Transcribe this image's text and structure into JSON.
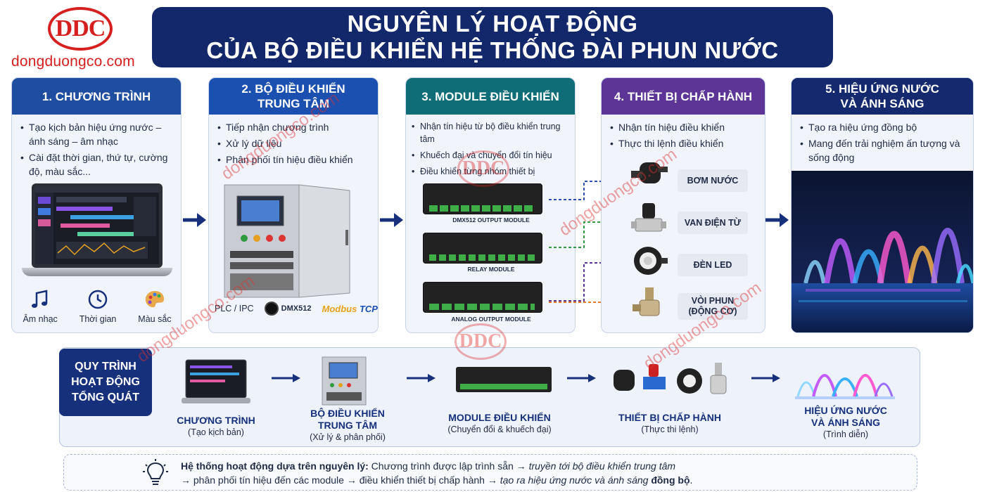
{
  "brand": {
    "logo_text": "DDC",
    "url": "dongduongco.com"
  },
  "title": {
    "line1": "NGUYÊN LÝ HOẠT ĐỘNG",
    "line2": "CỦA BỘ ĐIỀU KHIỂN HỆ THỐNG ĐÀI PHUN NƯỚC"
  },
  "steps": [
    {
      "title": "1. CHƯƠNG TRÌNH",
      "bullets": [
        "Tạo kịch bản hiệu ứng nước – ánh sáng – âm nhạc",
        "Cài đặt thời gian, thứ tự, cường độ, màu sắc..."
      ],
      "icons": [
        {
          "icon": "music-note-icon",
          "label": "Âm nhạc"
        },
        {
          "icon": "clock-icon",
          "label": "Thời gian"
        },
        {
          "icon": "palette-icon",
          "label": "Màu sắc"
        }
      ]
    },
    {
      "title_line1": "2. BỘ ĐIỀU KHIỂN",
      "title_line2": "TRUNG TÂM",
      "bullets": [
        "Tiếp nhận chương trình",
        "Xử lý dữ liệu",
        "Phân phối tín hiệu điều khiển"
      ],
      "protocols": {
        "plc": "PLC / IPC",
        "dmx": "DMX512",
        "modbus_a": "Modbus",
        "modbus_b": " TCP"
      }
    },
    {
      "title": "3. MODULE ĐIỀU KHIỂN",
      "bullets": [
        "Nhận tín hiệu từ bộ điều khiển trung tâm",
        "Khuếch đại và chuyển đổi tín hiệu",
        "Điều khiển từng nhóm thiết bị"
      ],
      "modules": [
        "DMX512 OUTPUT MODULE",
        "RELAY MODULE",
        "ANALOG OUTPUT MODULE"
      ]
    },
    {
      "title": "4. THIẾT BỊ CHẤP HÀNH",
      "bullets": [
        "Nhận tín hiệu điều khiển",
        "Thực thi lệnh điều khiển"
      ],
      "devices": [
        "BƠM NƯỚC",
        "VAN ĐIỆN TỪ",
        "ĐÈN LED",
        "VÒI PHUN",
        "(ĐỘNG CƠ)"
      ]
    },
    {
      "title_line1": "5. HIỆU ỨNG NƯỚC",
      "title_line2": "VÀ ÁNH SÁNG",
      "bullets": [
        "Tạo ra hiệu ứng đồng bộ",
        "Mang đến trải nghiệm ấn tượng và sống động"
      ]
    }
  ],
  "process": {
    "tag_line1": "QUY TRÌNH",
    "tag_line2": "HOẠT ĐỘNG",
    "tag_line3": "TỔNG QUÁT",
    "steps": [
      {
        "name": "CHƯƠNG TRÌNH",
        "desc": "(Tạo kịch bản)"
      },
      {
        "name_line1": "BỘ ĐIỀU KHIỂN",
        "name_line2": "TRUNG TÂM",
        "desc": "(Xử lý & phân phối)"
      },
      {
        "name": "MODULE ĐIỀU KHIỂN",
        "desc": "(Chuyển đổi & khuếch đại)"
      },
      {
        "name": "THIẾT BỊ CHẤP HÀNH",
        "desc": "(Thực thi lệnh)"
      },
      {
        "name_line1": "HIỆU ỨNG NƯỚC",
        "name_line2": "VÀ ÁNH SÁNG",
        "desc": "(Trình diễn)"
      }
    ]
  },
  "note": {
    "lead": "Hệ thống hoạt động dựa trên nguyên lý:",
    "p1": " Chương trình được lập trình sẵn → ",
    "p2": "truyền tới bộ điều khiển trung tâm",
    "p3": "→ phân phối tín hiệu đến các module → điều khiển thiết bị chấp hành → ",
    "p4": "tạo ra hiệu ứng nước và ánh sáng ",
    "p5": "đồng bộ",
    "p6": "."
  },
  "colors": {
    "navy": "#13276b",
    "teal": "#0f6d78",
    "purple": "#5c3597",
    "accent_red": "#d6201f"
  }
}
